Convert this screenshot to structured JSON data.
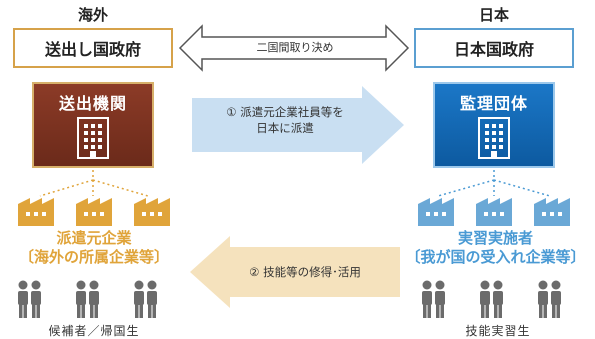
{
  "left": {
    "region": "海外",
    "government": "送出し国政府",
    "organization": "送出機関",
    "companies_line1": "派遣元企業",
    "companies_line2": "〔海外の所属企業等〕",
    "people_label": "候補者／帰国生"
  },
  "right": {
    "region": "日本",
    "government": "日本国政府",
    "organization": "監理団体",
    "companies_line1": "実習実施者",
    "companies_line2": "〔我が国の受入れ企業等〕",
    "people_label": "技能実習生"
  },
  "arrows": {
    "agreement": "二国間取り決め",
    "dispatch_line1": "① 派遣元企業社員等を",
    "dispatch_line2": "日本に派遣",
    "return": "② 技能等の修得･活用"
  },
  "colors": {
    "orange": "#e0a43a",
    "blue": "#4a9ad4",
    "sending_org": "#7a301f",
    "supervising_org": "#1467b3",
    "gray_people": "#6b6b6b"
  }
}
